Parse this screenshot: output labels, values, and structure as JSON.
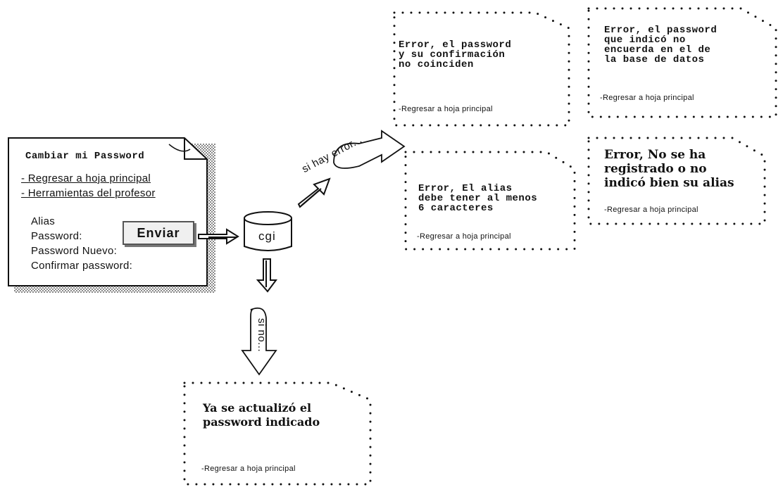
{
  "form": {
    "title": "Cambiar mi Password",
    "links": [
      "- Regresar a hoja principal",
      "- Herramientas del profesor"
    ],
    "fields": [
      "Alias",
      "Password:",
      "Password Nuevo:",
      "Confirmar password:"
    ],
    "button_label": "Enviar"
  },
  "cgi_label": "cgi",
  "branches": {
    "error_label": "si hay error...",
    "else_label": "si no..."
  },
  "pages": {
    "error_mismatch": {
      "message": "Error, el password\ny su confirmación\nno coinciden",
      "link": "-Regresar a hoja principal"
    },
    "error_db": {
      "message": "Error, el password\nque indicó no\nencuerda en el de\nla base de datos",
      "link": "-Regresar a hoja principal"
    },
    "error_alias_len": {
      "message": "Error, El alias\ndebe tener al menos\n6 caracteres",
      "link": "-Regresar a hoja principal"
    },
    "error_alias_reg": {
      "message": "Error, No se ha\nregistrado o no\nindicó bien su alias",
      "link": "-Regresar a hoja principal"
    },
    "success": {
      "message": "Ya se actualizó el\npassword indicado",
      "link": "-Regresar a hoja principal"
    }
  }
}
